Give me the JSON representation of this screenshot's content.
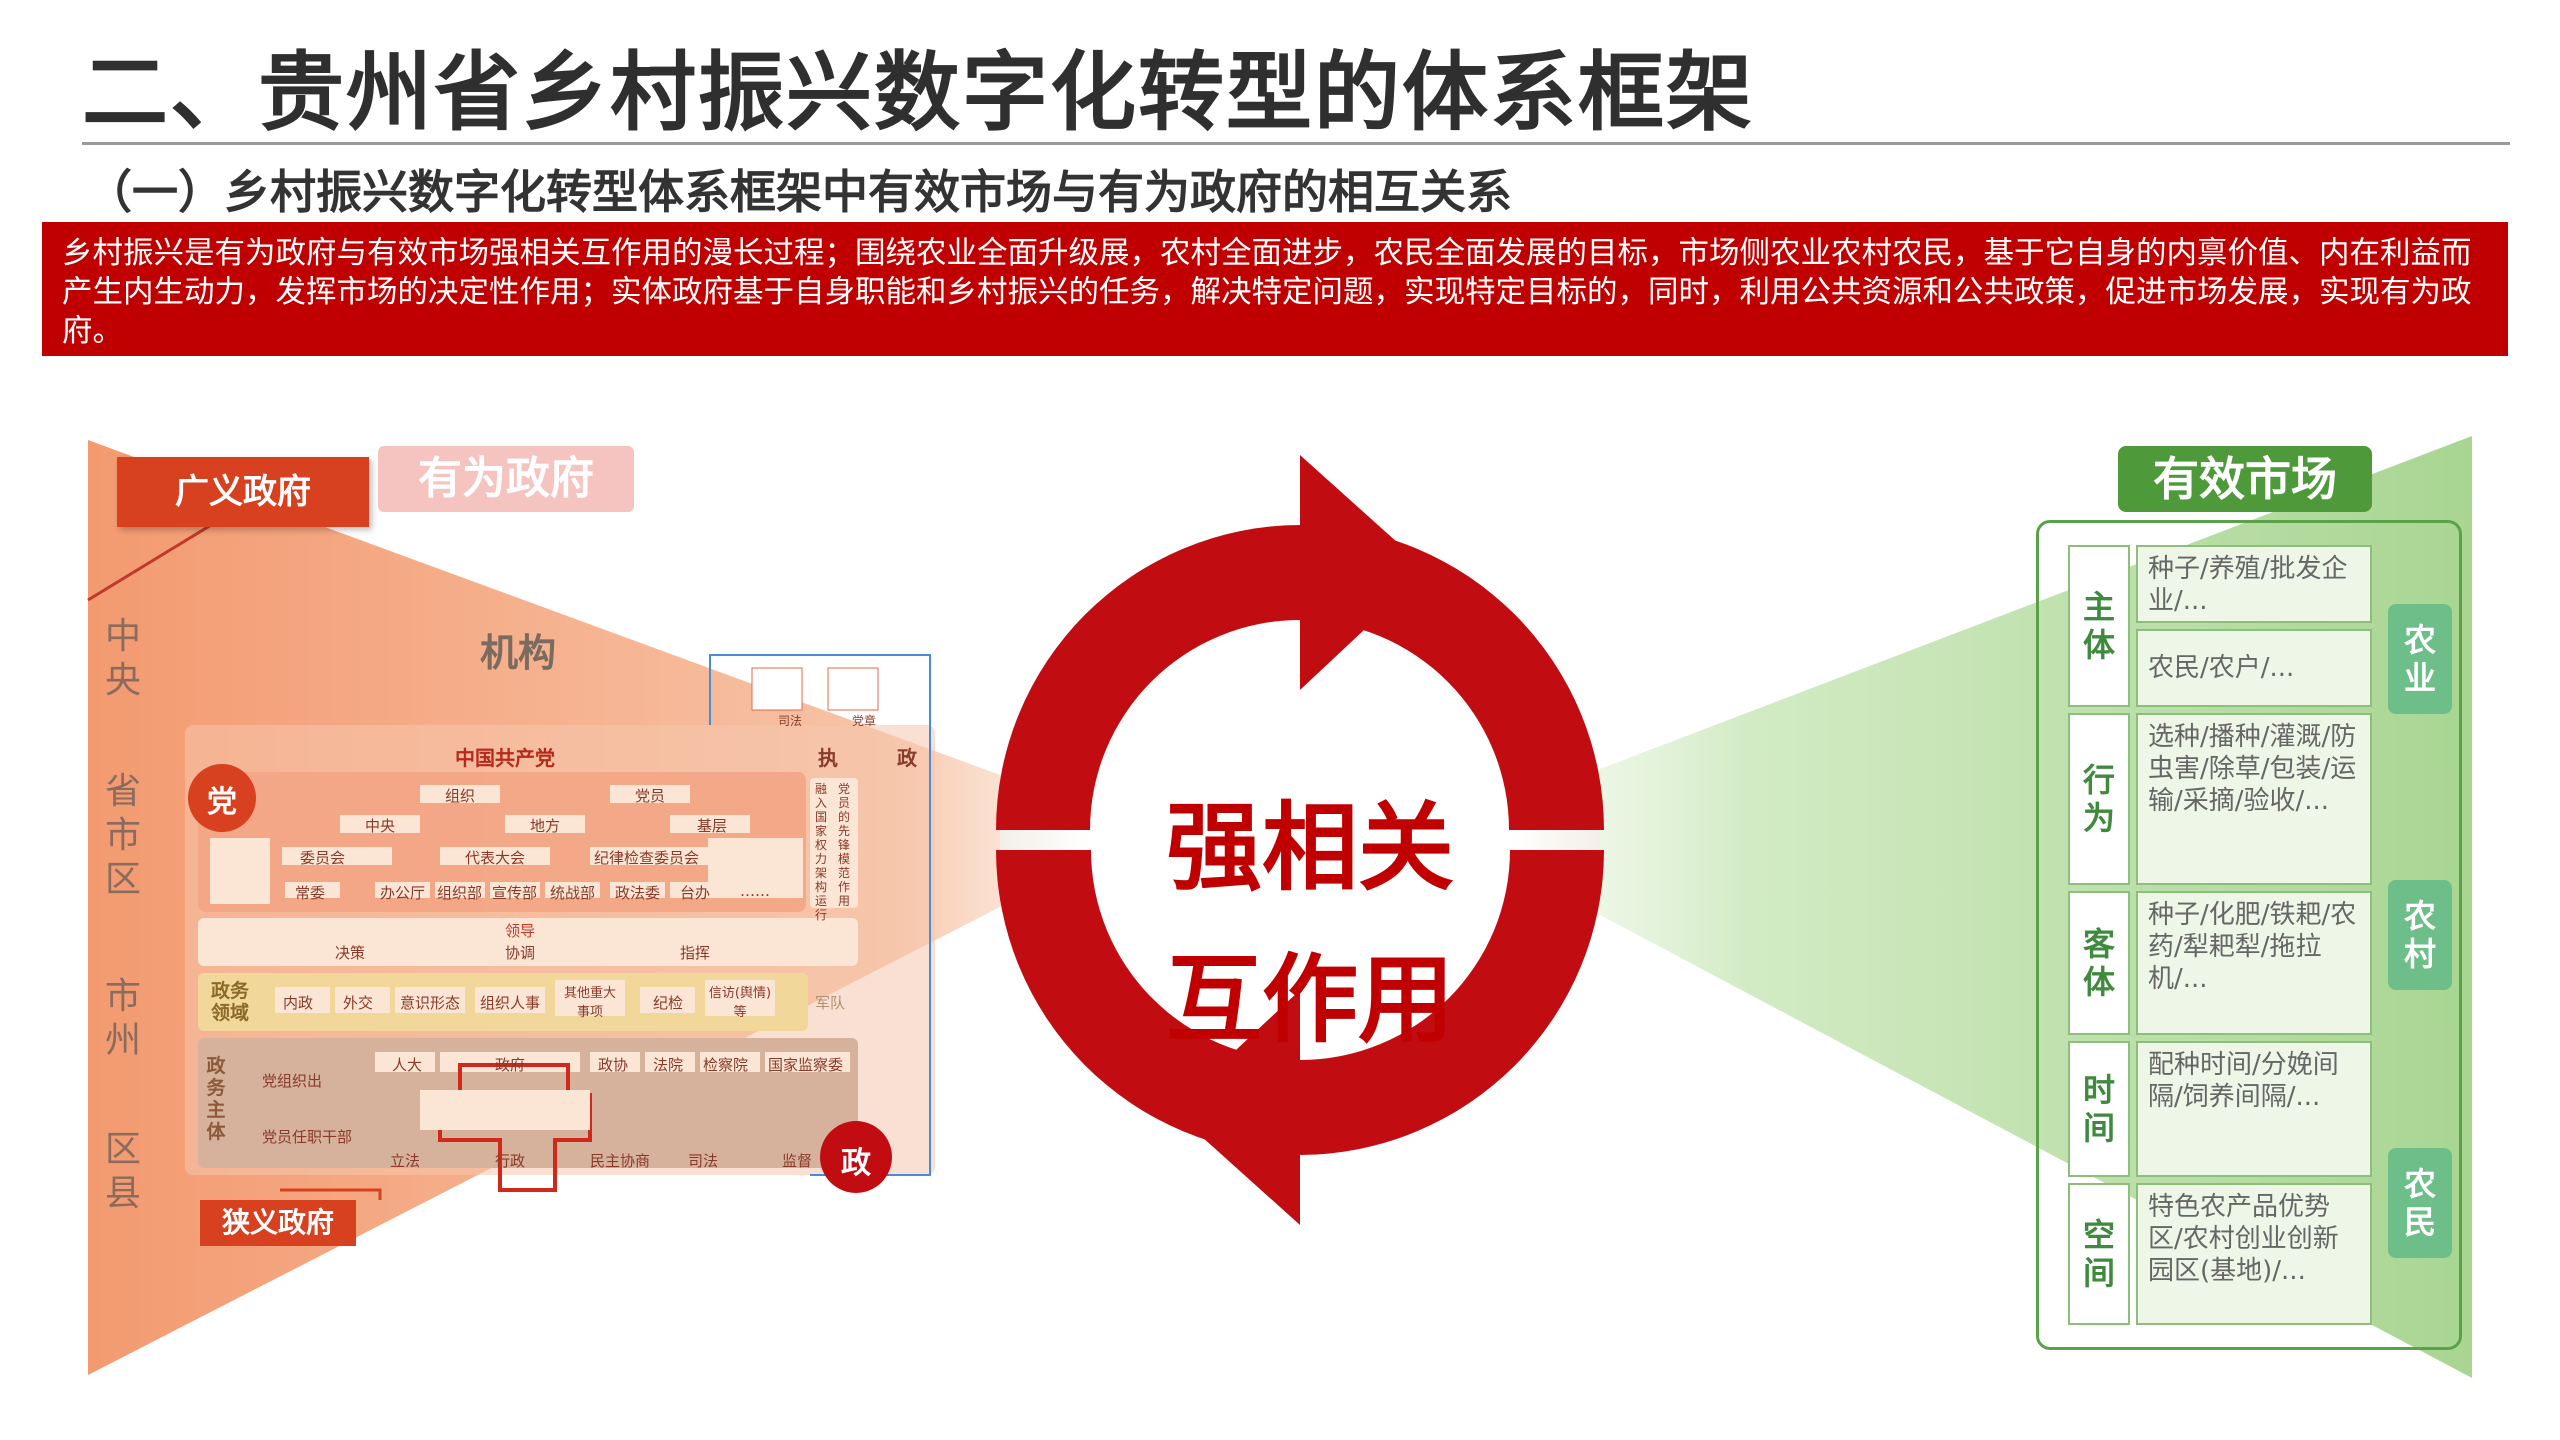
{
  "title": "二、贵州省乡村振兴数字化转型的体系框架",
  "subtitle": "（一）乡村振兴数字化转型体系框架中有效市场与有为政府的相互关系",
  "summary": "乡村振兴是有为政府与有效市场强相关互作用的漫长过程；围绕农业全面升级展，农村全面进步，农民全面发展的目标，市场侧农业农村农民，基于它自身的内禀价值、内在利益而产生内生动力，发挥市场的决定性作用；实体政府基于自身职能和乡村振兴的任务，解决特定问题，实现特定目标的，同时，利用公共资源和公共政策，促进市场发展，实现有为政府。",
  "government": {
    "broad_label": "广义政府",
    "active_label": "有为政府",
    "narrow_label": "狭义政府",
    "levels": [
      "中央",
      "省市区",
      "市州",
      "区县"
    ],
    "institutions_label": "机构",
    "party_badge": "党",
    "gov_badge": "政",
    "chart_labels": {
      "party_name": "中国共产党",
      "exec": "执",
      "admin": "政",
      "judicial": "司法",
      "party_group": "党章",
      "org_top": [
        "组织",
        "党员"
      ],
      "org_mid": [
        "中央",
        "地方",
        "基层"
      ],
      "org_low": [
        "委员会",
        "代表大会",
        "纪律检查委员会"
      ],
      "org_depts": [
        "常委",
        "办公厅",
        "组织部",
        "宣传部",
        "统战部",
        "政法委",
        "台办",
        "……"
      ],
      "leadership": "领导",
      "lead_modes": [
        "决策",
        "协调",
        "指挥"
      ],
      "domain_label": "政务领域",
      "domains": [
        "内政",
        "外交",
        "意识形态",
        "组织人事",
        "其他重大事项",
        "纪检",
        "信访(舆情)等"
      ],
      "military": "军队",
      "subject_label": "政务主体",
      "subjects_left": [
        "党组织出",
        "党员任职干部"
      ],
      "subject_orgs": [
        "人大",
        "政府",
        "政协",
        "法院",
        "检察院",
        "国家监察委"
      ],
      "subject_bottom": [
        "立法",
        "行政",
        "民主协商",
        "司法",
        "监督"
      ],
      "side_note": "融入国家权力架构运行",
      "side_note2": "党员的先锋模范作用"
    }
  },
  "core": {
    "line1": "强相关",
    "line2": "互作用"
  },
  "market": {
    "label": "有效市场",
    "categories": [
      {
        "name": "主体",
        "cells": [
          "种子/养殖/批发企业/...",
          "农民/农户/..."
        ]
      },
      {
        "name": "行为",
        "cells": [
          "选种/播种/灌溉/防虫害/除草/包装/运输/采摘/验收/..."
        ]
      },
      {
        "name": "客体",
        "cells": [
          "种子/化肥/铁耙/农药/犁耙犁/拖拉机/..."
        ]
      },
      {
        "name": "时间",
        "cells": [
          "配种时间/分娩间隔/饲养间隔/..."
        ]
      },
      {
        "name": "空间",
        "cells": [
          "特色农产品优势区/农村创业创新园区(基地)/..."
        ]
      }
    ],
    "badges": [
      "农业",
      "农村",
      "农民"
    ]
  },
  "colors": {
    "brand_red": "#c00000",
    "gov_fan": "#f2a27c",
    "market_fan": "#b9dca6",
    "market_green": "#4e9a3a"
  }
}
